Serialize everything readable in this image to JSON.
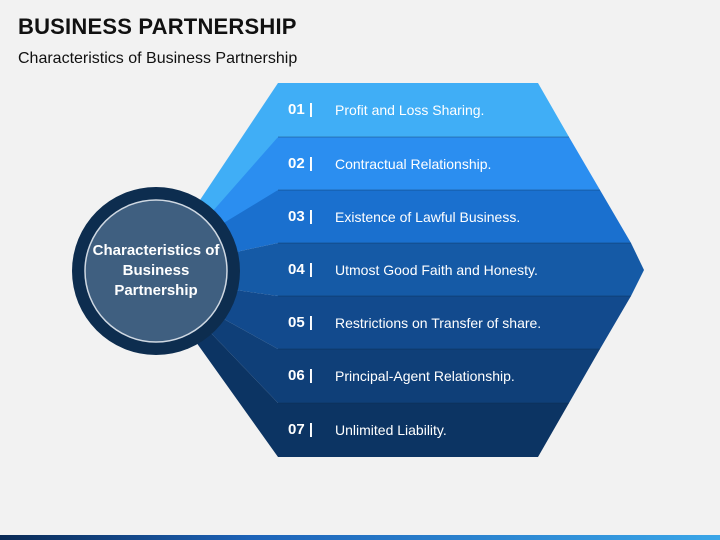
{
  "header": {
    "title": "BUSINESS PARTNERSHIP",
    "subtitle": "Characteristics of Business Partnership"
  },
  "center": {
    "label": "Characteristics of Business Partnership"
  },
  "items": [
    {
      "num": "01 |",
      "label": "Profit and Loss Sharing.",
      "color": "#40aef6"
    },
    {
      "num": "02 |",
      "label": "Contractual Relationship.",
      "color": "#2b8ef0"
    },
    {
      "num": "03 |",
      "label": "Existence of Lawful Business.",
      "color": "#1a70cf"
    },
    {
      "num": "04 |",
      "label": "Utmost Good Faith and Honesty.",
      "color": "#155aa6"
    },
    {
      "num": "05 |",
      "label": "Restrictions on Transfer of share.",
      "color": "#124a8d"
    },
    {
      "num": "06 |",
      "label": "Principal-Agent Relationship.",
      "color": "#0f3f78"
    },
    {
      "num": "07 |",
      "label": "Unlimited Liability.",
      "color": "#0c3463"
    }
  ],
  "colors": {
    "circle_ring": "#0d2d4f",
    "circle_fill": "#3f5f80",
    "circle_inner_ring": "#cfd8e2"
  }
}
